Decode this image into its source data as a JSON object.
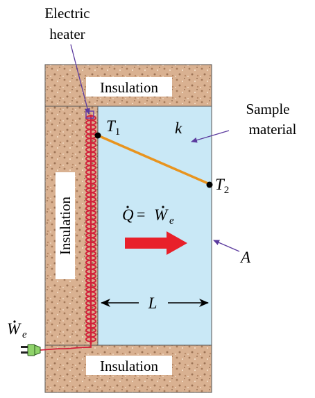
{
  "labels": {
    "heater_line1": "Electric",
    "heater_line2": "heater",
    "insulation_top": "Insulation",
    "insulation_left": "Insulation",
    "insulation_bottom": "Insulation",
    "sample_line1": "Sample",
    "sample_line2": "material",
    "conductivity": "k",
    "t1_symbol": "T",
    "t1_sub": "1",
    "t2_symbol": "T",
    "t2_sub": "2",
    "heat_q": "Q",
    "heat_eq": "=",
    "heat_w": "W",
    "heat_w_sub": "e",
    "area": "A",
    "length": "L",
    "power_w": "W",
    "power_w_sub": "e"
  },
  "colors": {
    "insulation_fill": "#d9b191",
    "insulation_speck": "#9e7456",
    "sample_fill": "#c9e8f6",
    "heater_coil": "#d2203a",
    "temperature_line": "#e8941f",
    "arrow_red": "#e8202a",
    "pointer_purple": "#5b3a9e",
    "plug_green": "#8fd36a"
  },
  "icons": {
    "plug": "electric-plug-icon",
    "heat_flow": "heat-flow-arrow-icon"
  }
}
